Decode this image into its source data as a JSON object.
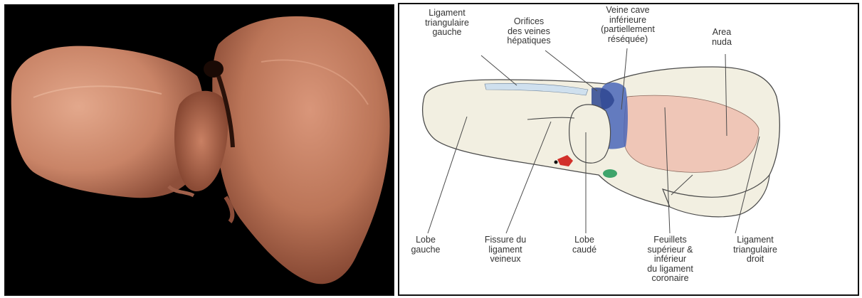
{
  "figure": {
    "photo": {
      "description_name": "liver-specimen-photo"
    },
    "diagram": {
      "colors": {
        "liver_fill": "#f2efe1",
        "area_nuda": "#efc6b7",
        "vena_cava": "#4a66b8",
        "ligament_blue": "#cfe0ee",
        "red_vessel": "#d2302a",
        "green_structure": "#3fa46b",
        "outline": "#4b4b4b"
      },
      "labels": {
        "ligament_triangulaire_gauche": "Ligament\ntriangulaire\ngauche",
        "orifices_veines_hepatiques": "Orifices\ndes veines\nhépatiques",
        "veine_cave_inferieure": "Veine cave\ninférieure\n(partiellement\nréséquée)",
        "area_nuda": "Area\nnuda",
        "lobe_gauche": "Lobe\ngauche",
        "fissure_ligament_veineux": "Fissure du\nligament\nveineux",
        "lobe_caude": "Lobe\ncaudé",
        "feuillets_coronaire": "Feuillets\nsupérieur &\ninférieur\ndu ligament\ncoronaire",
        "ligament_triangulaire_droit": "Ligament\ntriangulaire\ndroit"
      }
    }
  }
}
